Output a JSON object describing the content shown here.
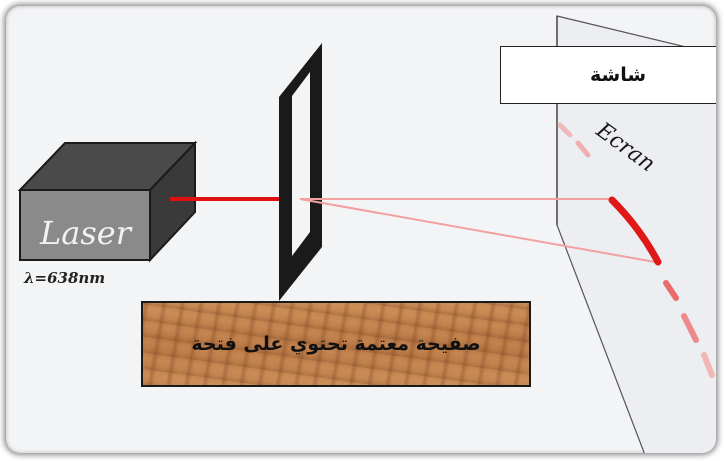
{
  "screen_label": "شاشة",
  "plate_label": "صفيحة معتمة تحتوي على فتحة",
  "laser_label": "Laser",
  "wavelength_label": "λ=638nm",
  "ecran_label": "Ecran",
  "colors": {
    "laser_beam": "#e01010",
    "diffraction_pattern": "#e03030",
    "laser_box": "#7a7a7a",
    "wood": "#b77544"
  }
}
